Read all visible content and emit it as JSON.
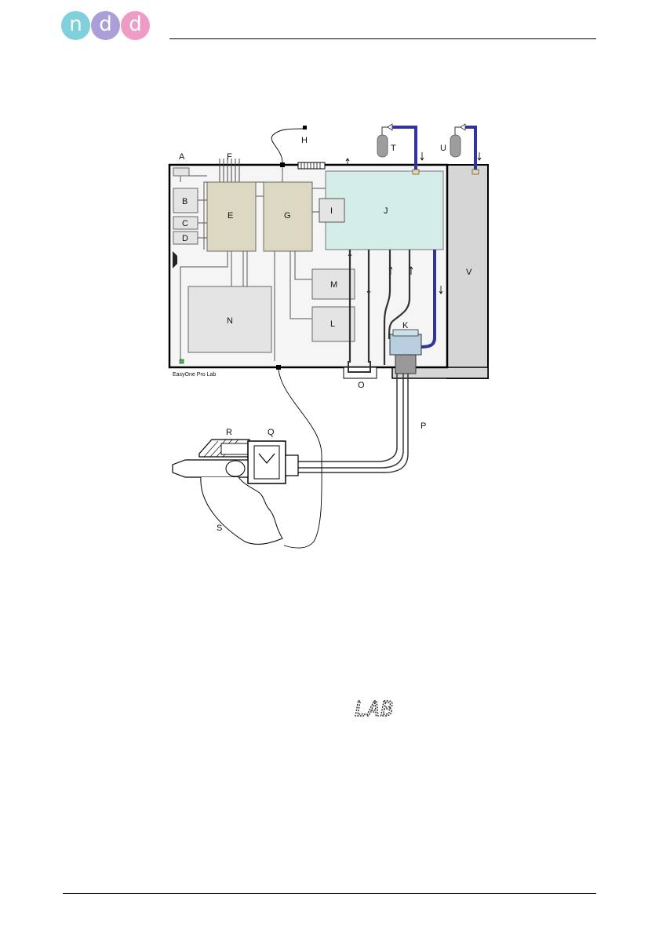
{
  "logo": {
    "letters": [
      "n",
      "d",
      "d"
    ],
    "colors": [
      "#7fd0da",
      "#aa9fd6",
      "#ee9bc6"
    ]
  },
  "diagram": {
    "device_label": "EasyOne Pro Lab",
    "labels": {
      "A": "A",
      "B": "B",
      "C": "C",
      "D": "D",
      "E": "E",
      "F": "F",
      "G": "G",
      "H": "H",
      "I": "I",
      "J": "J",
      "K": "K",
      "L": "L",
      "M": "M",
      "N": "N",
      "O": "O",
      "P": "P",
      "Q": "Q",
      "R": "R",
      "S": "S",
      "T": "T",
      "U": "U",
      "V": "V"
    },
    "colors": {
      "analyzer_fill": "#d5ede9",
      "board_fill": "#ddd8c2",
      "module_fill": "#e4e4e4",
      "gas_tube": "#33349a",
      "pump_fill": "#b7cfdf",
      "cylinder_fill": "#9d9d9d"
    }
  },
  "lab_mark": {
    "text": "LAB"
  }
}
